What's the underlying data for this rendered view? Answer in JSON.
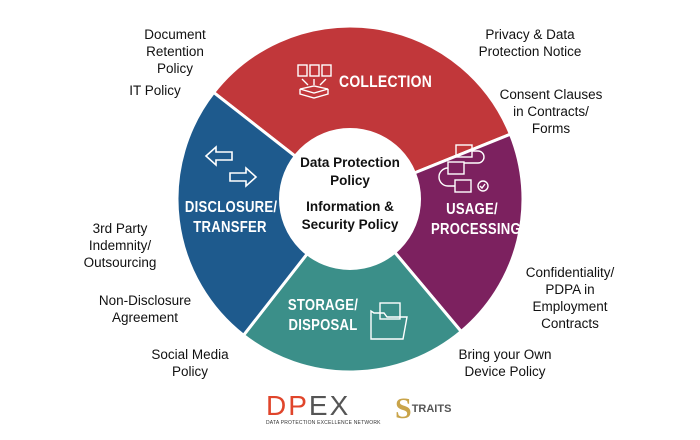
{
  "center": {
    "line1": "Data Protection",
    "line2": "Policy",
    "line3": "Information &",
    "line4": "Security Policy"
  },
  "segments": {
    "collection": {
      "title": "COLLECTION",
      "color": "#c1373a",
      "icon": "documents-to-tray-icon"
    },
    "usage": {
      "title1": "USAGE/",
      "title2": "PROCESSING",
      "color": "#7c215f",
      "icon": "workflow-documents-check-icon"
    },
    "storage": {
      "title1": "STORAGE/",
      "title2": "DISPOSAL",
      "color": "#3b8f89",
      "icon": "folder-documents-icon"
    },
    "disclosure": {
      "title1": "DISCLOSURE/",
      "title2": "TRANSFER",
      "color": "#1e5a8d",
      "icon": "transfer-arrows-icon"
    }
  },
  "labels": {
    "doc_retention": [
      "Document",
      "Retention",
      "Policy"
    ],
    "it_policy": "IT Policy",
    "privacy": [
      "Privacy & Data",
      "Protection Notice"
    ],
    "consent": [
      "Consent Clauses",
      "in Contracts/",
      "Forms"
    ],
    "third_party": [
      "3rd Party",
      "Indemnity/",
      "Outsourcing"
    ],
    "nda": [
      "Non-Disclosure",
      "Agreement"
    ],
    "social": [
      "Social Media",
      "Policy"
    ],
    "confidentiality": [
      "Confidentiality/",
      "PDPA in",
      "Employment",
      "Contracts"
    ],
    "byod": [
      "Bring your Own",
      "Device Policy"
    ]
  },
  "logos": {
    "dpex": {
      "letters": [
        "D",
        "P",
        "E",
        "X"
      ],
      "subtitle": "DATA PROTECTION EXCELLENCE NETWORK",
      "colors": [
        "#e0452b",
        "#e0452b",
        "#555555",
        "#555555"
      ]
    },
    "straits": "STRAITS"
  }
}
